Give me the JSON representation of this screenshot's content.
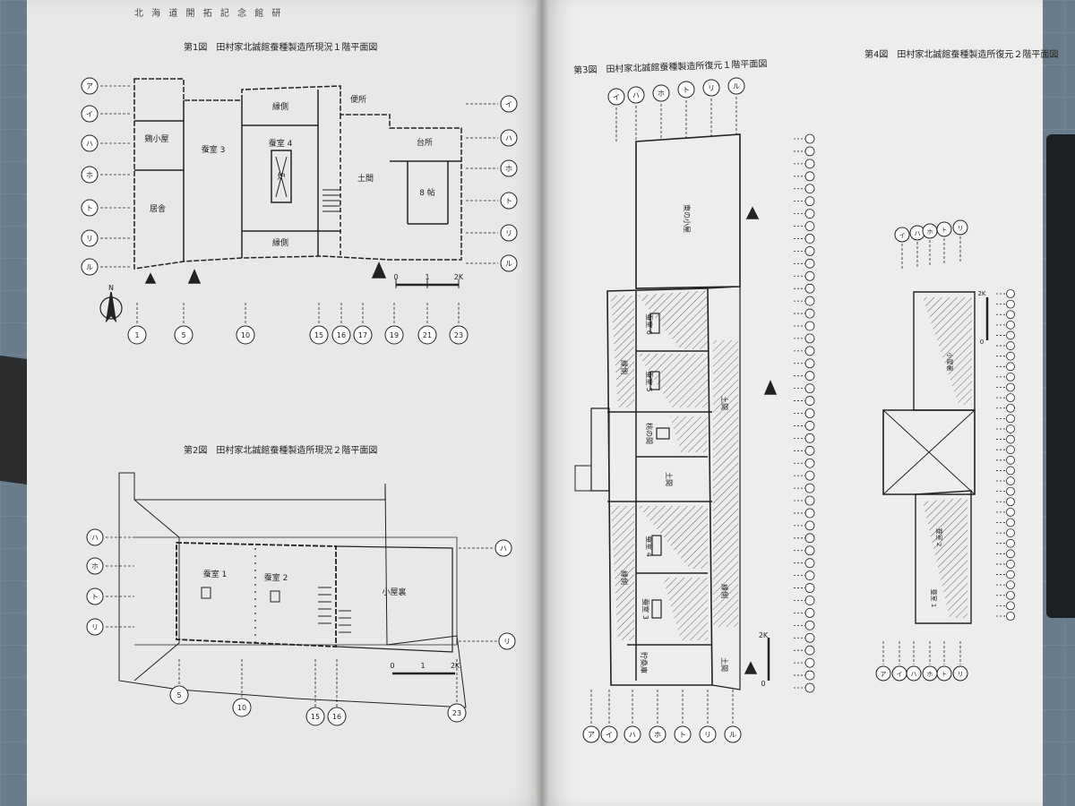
{
  "running_header": "北 海 道 開 拓 記 念 館 研",
  "fig1": {
    "caption": "第1図　田村家北誠館蚕種製造所現況１階平面図",
    "rooms": [
      "鶏小屋",
      "蚕室 3",
      "縁側",
      "蚕室 4",
      "炉",
      "便所",
      "台所",
      "土間",
      "8 帖",
      "居舎",
      "縁側"
    ],
    "row_markers": [
      "ア",
      "イ",
      "ハ",
      "ホ",
      "ト",
      "リ",
      "ル"
    ],
    "col_markers": [
      "1",
      "5",
      "10",
      "15",
      "16",
      "17",
      "19",
      "21",
      "23"
    ],
    "scale": [
      "0",
      "1",
      "2K"
    ],
    "north": "N"
  },
  "fig2": {
    "caption": "第2図　田村家北誠館蚕種製造所現況２階平面図",
    "rooms": [
      "蚕室 1",
      "蚕室 2",
      "小屋裏"
    ],
    "row_markers": [
      "ハ",
      "ホ",
      "ト",
      "リ"
    ],
    "col_markers": [
      "5",
      "10",
      "15",
      "16",
      "23"
    ],
    "scale": [
      "0",
      "1",
      "2K"
    ]
  },
  "fig3": {
    "caption": "第3図　田村家北誠館蚕種製造所復元１階平面図",
    "rooms": [
      "東の小屋",
      "蚕室 6",
      "縁側",
      "蚕室 5",
      "土間",
      "桃の間",
      "土間",
      "蚕室 4",
      "縁側",
      "縁側",
      "蚕室 3",
      "貯桑庫",
      "土間"
    ],
    "top_markers": [
      "イ",
      "ハ",
      "ホ",
      "ト",
      "リ",
      "ル"
    ],
    "bottom_markers": [
      "ア",
      "イ",
      "ハ",
      "ホ",
      "ト",
      "リ",
      "ル"
    ],
    "scale": [
      "0",
      "2K"
    ]
  },
  "fig4": {
    "caption": "第4図　田村家北誠館蚕種製造所復元２階平面図",
    "rooms": [
      "小屋裏",
      "蚕室 2",
      "蚕室 1"
    ],
    "top_markers": [
      "イ",
      "ハ",
      "ホ",
      "ト",
      "リ"
    ],
    "bottom_markers": [
      "ア",
      "イ",
      "ハ",
      "ホ",
      "ト",
      "リ"
    ],
    "scale": [
      "0",
      "2K"
    ]
  }
}
